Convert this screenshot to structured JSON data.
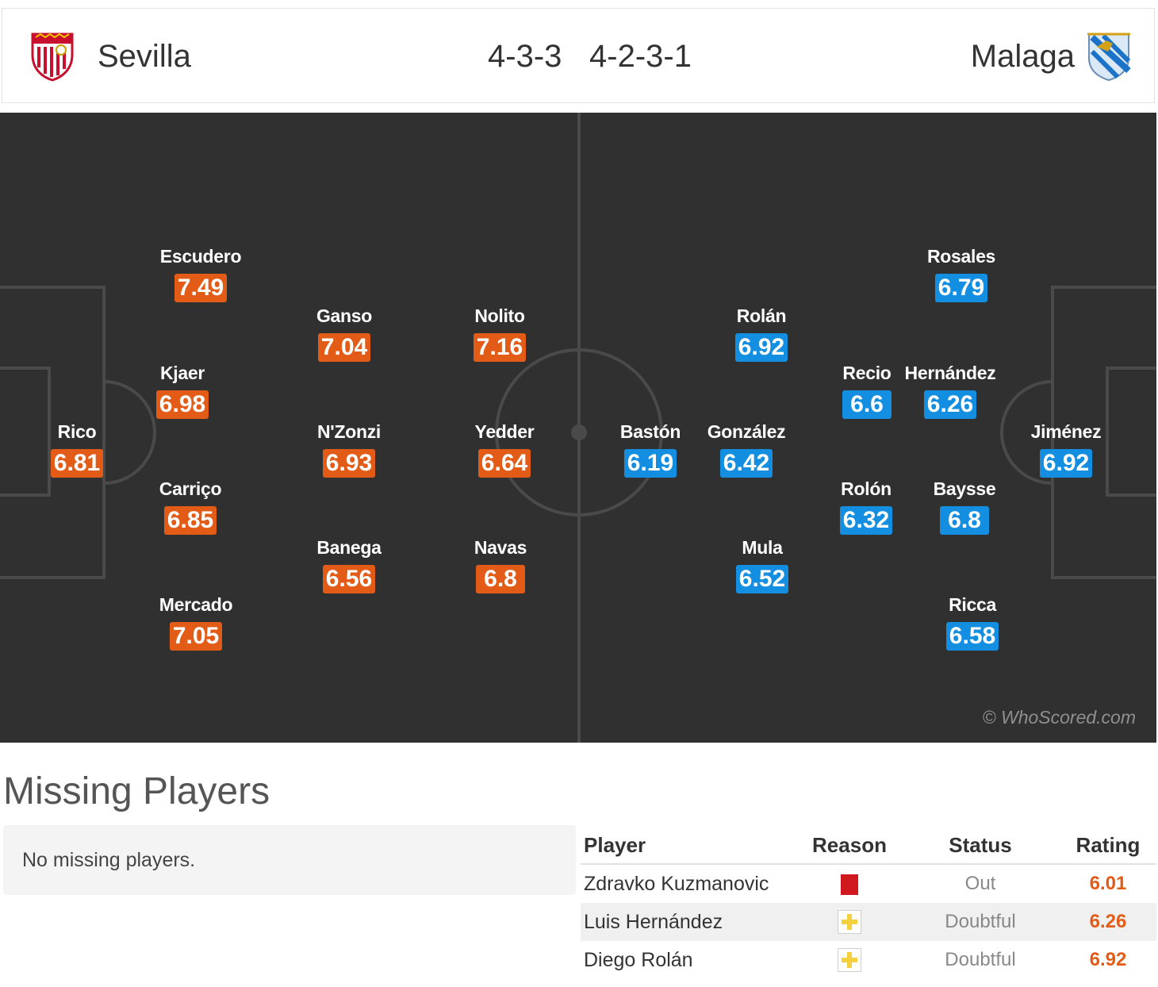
{
  "header": {
    "home_team": "Sevilla",
    "away_team": "Malaga",
    "home_formation": "4-3-3",
    "away_formation": "4-2-3-1",
    "home_crest_icon": "sevilla-crest-icon",
    "away_crest_icon": "malaga-crest-icon"
  },
  "colors": {
    "home_rating": "#e35c17",
    "away_rating": "#138ee0",
    "pitch": "#303030"
  },
  "pitch": {
    "watermark": "© WhoScored.com",
    "home_players": [
      {
        "name": "Rico",
        "rating": "6.81"
      },
      {
        "name": "Escudero",
        "rating": "7.49"
      },
      {
        "name": "Kjaer",
        "rating": "6.98"
      },
      {
        "name": "Carriço",
        "rating": "6.85"
      },
      {
        "name": "Mercado",
        "rating": "7.05"
      },
      {
        "name": "Ganso",
        "rating": "7.04"
      },
      {
        "name": "N'Zonzi",
        "rating": "6.93"
      },
      {
        "name": "Banega",
        "rating": "6.56"
      },
      {
        "name": "Nolito",
        "rating": "7.16"
      },
      {
        "name": "Yedder",
        "rating": "6.64"
      },
      {
        "name": "Navas",
        "rating": "6.8"
      }
    ],
    "away_players": [
      {
        "name": "Jiménez",
        "rating": "6.92"
      },
      {
        "name": "Rosales",
        "rating": "6.79"
      },
      {
        "name": "Hernández",
        "rating": "6.26"
      },
      {
        "name": "Baysse",
        "rating": "6.8"
      },
      {
        "name": "Ricca",
        "rating": "6.58"
      },
      {
        "name": "Recio",
        "rating": "6.6"
      },
      {
        "name": "Rolón",
        "rating": "6.32"
      },
      {
        "name": "Rolán",
        "rating": "6.92"
      },
      {
        "name": "González",
        "rating": "6.42"
      },
      {
        "name": "Mula",
        "rating": "6.52"
      },
      {
        "name": "Bastón",
        "rating": "6.19"
      }
    ]
  },
  "missing": {
    "title": "Missing Players",
    "home_empty_text": "No missing players.",
    "columns": {
      "player": "Player",
      "reason": "Reason",
      "status": "Status",
      "rating": "Rating"
    },
    "rows": [
      {
        "player": "Zdravko Kuzmanovic",
        "reason_icon": "red-card-icon",
        "status": "Out",
        "rating": "6.01"
      },
      {
        "player": "Luis Hernández",
        "reason_icon": "doubtful-icon",
        "status": "Doubtful",
        "rating": "6.26"
      },
      {
        "player": "Diego Rolán",
        "reason_icon": "doubtful-icon",
        "status": "Doubtful",
        "rating": "6.92"
      }
    ]
  }
}
